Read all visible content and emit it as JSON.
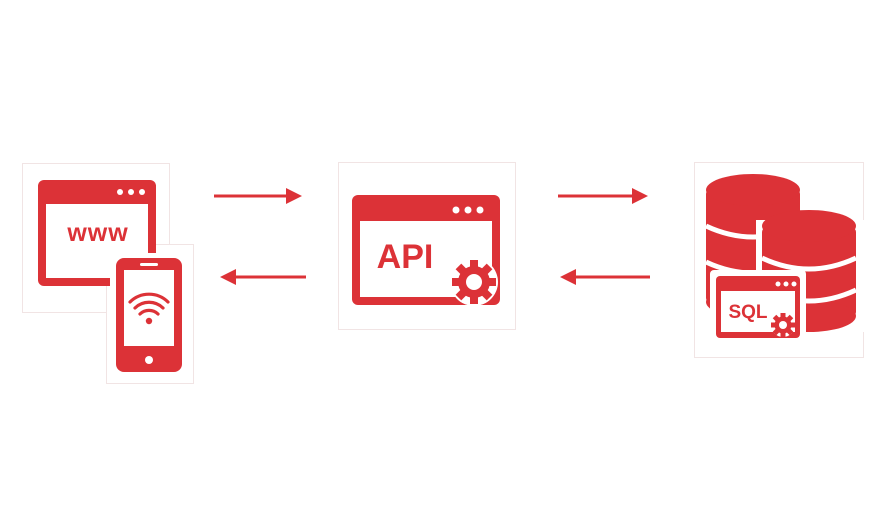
{
  "colors": {
    "accent": "#dc3237",
    "background": "#ffffff",
    "panel_border": "#f1e4e4"
  },
  "client": {
    "browser_label": "www",
    "browser_icon": "browser-window-icon",
    "phone_icon": "smartphone-wifi-icon"
  },
  "api": {
    "label": "API",
    "icon": "api-window-gear-icon"
  },
  "database": {
    "label": "SQL",
    "icon": "database-sql-icon"
  },
  "arrows": [
    {
      "name": "client-to-api",
      "direction": "right"
    },
    {
      "name": "api-to-client",
      "direction": "left"
    },
    {
      "name": "api-to-database",
      "direction": "right"
    },
    {
      "name": "database-to-api",
      "direction": "left"
    }
  ]
}
